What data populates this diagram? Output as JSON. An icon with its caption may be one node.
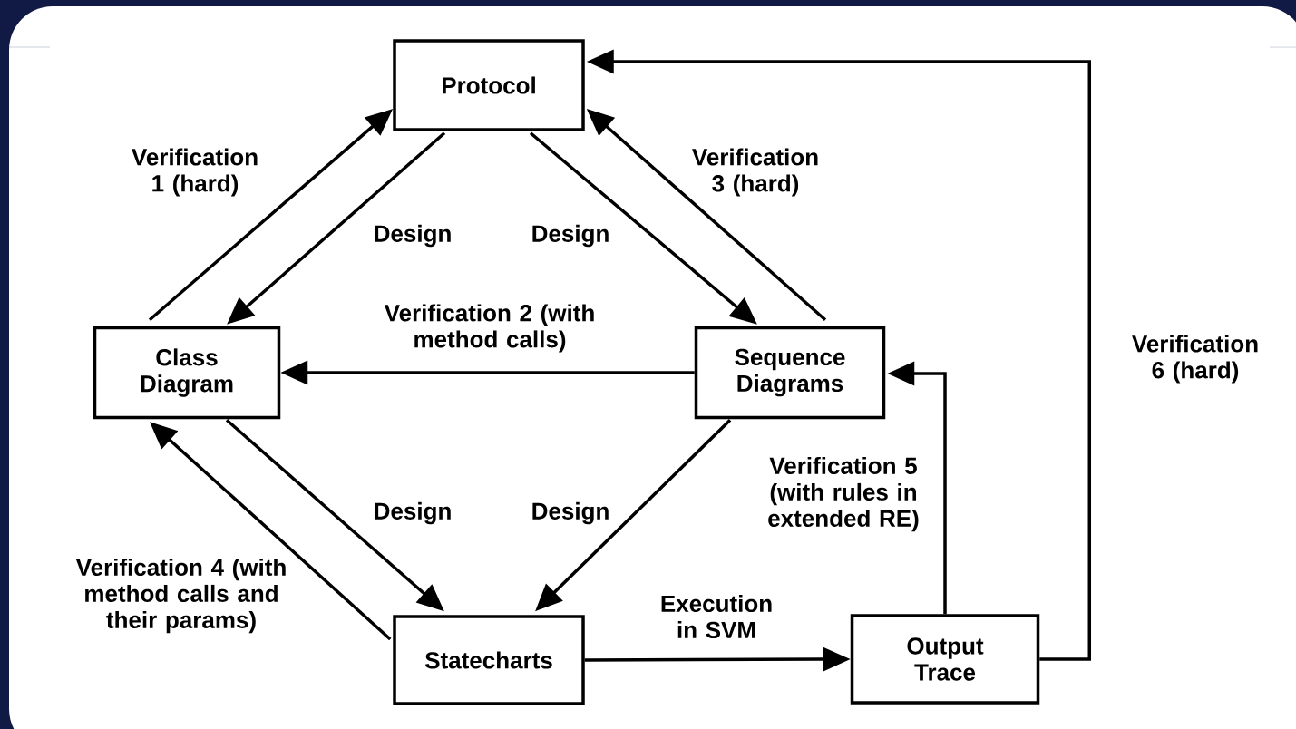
{
  "diagram": {
    "nodes": [
      {
        "text": [
          "Protocol"
        ]
      },
      {
        "text": [
          "Class Diagram"
        ]
      },
      {
        "text": [
          "Sequence Diagrams"
        ]
      },
      {
        "text": [
          "Statecharts"
        ]
      },
      {
        "text": [
          "Output Trace"
        ]
      }
    ],
    "edges": [
      {
        "from": 1,
        "to": 0,
        "arrow": "to",
        "label": "Verification 1 (hard)"
      },
      {
        "from": 0,
        "to": 1,
        "arrow": "to",
        "label": "Design"
      },
      {
        "from": 0,
        "to": 2,
        "arrow": "to",
        "label": "Design"
      },
      {
        "from": 2,
        "to": 0,
        "arrow": "to",
        "label": "Verification 3 (hard)"
      },
      {
        "from": 2,
        "to": 1,
        "arrow": "to",
        "label": "Verification 2 (with method calls)"
      },
      {
        "from": 1,
        "to": 3,
        "arrow": "to",
        "label": "Design"
      },
      {
        "from": 2,
        "to": 3,
        "arrow": "to",
        "label": "Design"
      },
      {
        "from": 3,
        "to": 1,
        "arrow": "to",
        "label": "Verification 4 (with method calls and their params)"
      },
      {
        "from": 3,
        "to": 4,
        "arrow": "to",
        "label": "Execution in SVM"
      },
      {
        "from": 4,
        "to": 2,
        "arrow": "to",
        "label": "Verification 5 (with rules in extended RE)"
      },
      {
        "from": 4,
        "to": 0,
        "arrow": "to",
        "label": "Verification 6 (hard)"
      }
    ]
  }
}
